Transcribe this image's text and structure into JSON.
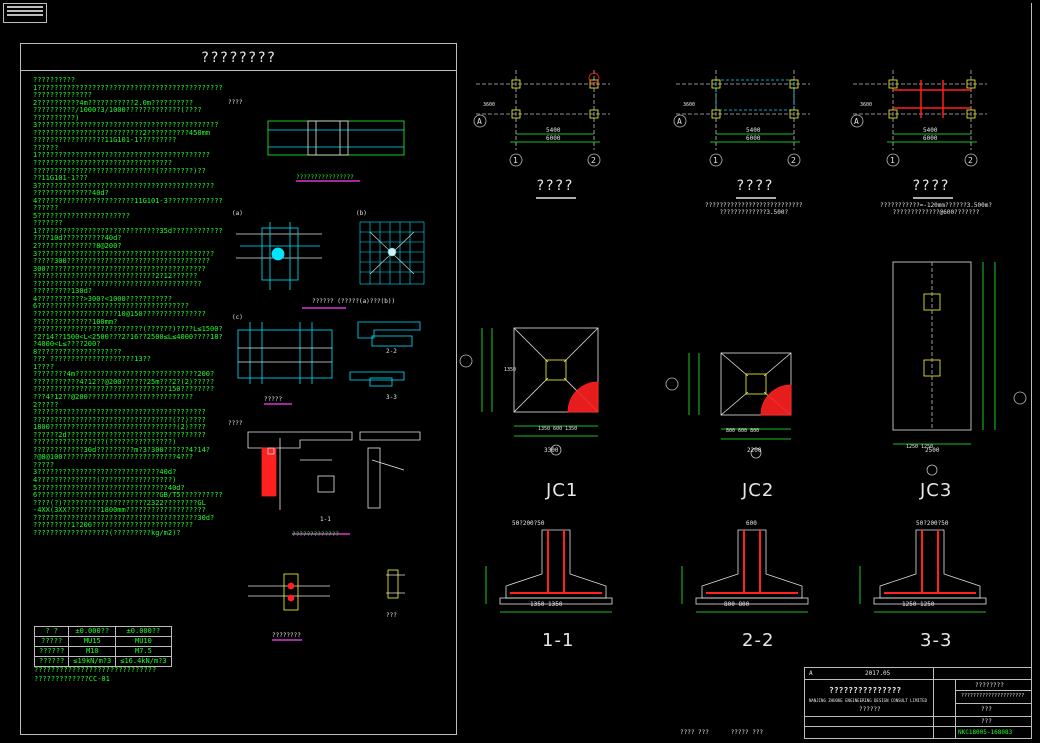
{
  "sheet": {
    "notes_title": "????????",
    "note_lines": [
      "??????????",
      "1?????????????????????????????????????????????",
      "??????????????",
      "2??????????4m???????????2.0m??????????",
      "??????????/1000?3/1000?????????????(????",
      "??????????)",
      "3???????????????????????????????????????????",
      "??????????????????????????2??????????450mm",
      "?????????????????11G101-1?????????",
      "??????",
      "1?????????????????????????????????????????",
      "?????????????????????????????????",
      "?????????????????????????????(????????)??",
      "??11G101-1???",
      "3??????????????????????????????????????????",
      "??????????????40d?",
      "4???????????????????????11G101-3??????????????",
      "??????",
      "5??????????????????????",
      "???????",
      "1?????????????????????????????35d??????????????",
      "????10d??????????40d?",
      "2??????????????8@200?",
      "3??????????????????????????????????????????",
      "?????300??????????????????????????????????",
      "300??????????????????????????????????????",
      "?????????????????????????????2?12??????",
      "????????????????????????????????????????",
      "?????????130d?",
      "4???????????>300?<1000???????????",
      "6????????????????????????????????????",
      "????????????????????10@150???????????????",
      "??????????????100mm?",
      "??????????????????????????(??????)????L≤1500??",
      "?2?14??1500<L<2500???2?16??2500≤L≤4000????18?",
      "?4000<L≤????200?",
      "8????????????????????",
      "???  ????????????????????13??",
      "1????",
      "????????4m?????????????????????????????200?",
      "???????????4?12??@200??????25m???2?(2)?????",
      "????????????????????????????????150????????",
      "???4?12??@200?????????????????????????",
      "2?????",
      "?????????????????????????????????????????",
      "?????????????????????????????????(??)????",
      "1800??????????????????????????????(2)????",
      "??????2d?????????????????????????????????",
      "?????????????????(???????????????)",
      "????????????30d?????????m?3?300??????4?14?",
      "?@8@100???????????????????????????4???",
      "?????",
      "3?????????????????????????????40d?",
      "4??????????????(?????????????????)",
      "5???????????????????????????????40d?",
      "6?????????????????????????????GB/T5??????????",
      "????(?)????????????????????2322????????GL",
      "-4XX(3XX????????1800mm???????????????????",
      "???????????????????????????????????????30d?",
      "?????????1?200????????????????????????",
      "??????????????????(?????????kg/m2)?"
    ],
    "material_table": {
      "header": [
        "?  ?",
        "±0.000??",
        "±0.000??"
      ],
      "rows": [
        [
          "?????",
          "MU15",
          "MU10"
        ],
        [
          "??????",
          "M10",
          "M7.5"
        ],
        [
          "??????",
          "≤19kN/m?3",
          "≤16.4kN/m?3"
        ]
      ]
    },
    "note_footer": [
      "?????????????????????????????",
      "?????????????CC-01"
    ],
    "detail_labels": {
      "detail1_title": "????",
      "detail1_caption": "????????????????",
      "detail_a": "(a)",
      "detail_b": "(b)",
      "detail_c": "(c)",
      "detail_ab_caption": "??????  (?????(a)???(b))",
      "detail_c_caption": "?????",
      "sec_22": "2-2",
      "sec_33": "3-3",
      "detail3_title": "????",
      "sec_11": "1-1",
      "detail3_caption": "?????????????",
      "detail4_caption": "????????",
      "detail5_caption": "???"
    },
    "plan_views": [
      {
        "title": "????",
        "note": ""
      },
      {
        "title": "????",
        "note": "???????????????????????????\n?????????????3.500?"
      },
      {
        "title": "????",
        "note": "???????????=-120mm??????3.500m?\n?????????????@600???????"
      }
    ],
    "plan_dims": {
      "top_span": "5400",
      "overall": "6000",
      "grid_left": "1",
      "grid_right": "2",
      "grid_row": "A",
      "side": "3600"
    },
    "footings": [
      {
        "title": "JC1",
        "overall": "3300",
        "parts": [
          "1350",
          "600",
          "1350"
        ]
      },
      {
        "title": "JC2",
        "overall": "2200",
        "parts": [
          "800",
          "600",
          "800"
        ]
      },
      {
        "title": "JC3",
        "overall": "2500",
        "parts": [
          "1250",
          "1250"
        ]
      }
    ],
    "sections": [
      {
        "title": "1-1",
        "top": "50?200?50",
        "base": "1350    1350"
      },
      {
        "title": "2-2",
        "top": "600",
        "base": "800     800"
      },
      {
        "title": "3-3",
        "top": "50?200?50",
        "base": "1250    1250"
      }
    ],
    "title_block": {
      "rev": "A",
      "date": "2017.05",
      "company": "???????????????",
      "company_en": "NANJING ZHUOKE ENGINEERING DESIGN CONSULT LIMITED",
      "project": "????????",
      "project_sub": "?????????????????????",
      "drawing": "??????",
      "sheet_no": "???",
      "scale": "???",
      "code": "NKC18005-168083",
      "sig1": "????  ???",
      "sig2": "?????  ???"
    }
  },
  "colors": {
    "background": "#000000",
    "frame": "#bdbdbd",
    "text": "#e6e6e6",
    "green": "#1dff2b",
    "cyan": "#00e5ff",
    "red": "#ff2020",
    "yellow": "#ffff20",
    "magenta": "#ff40ff"
  }
}
